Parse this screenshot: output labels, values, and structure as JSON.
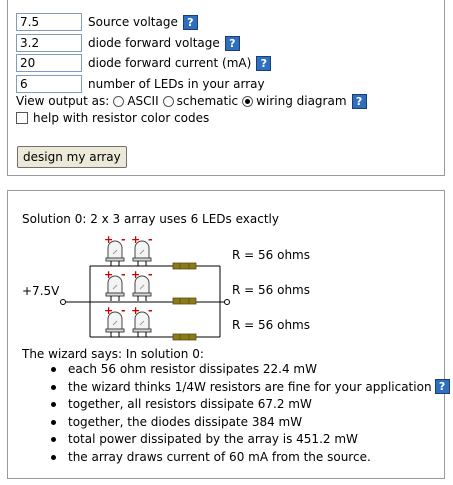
{
  "form": {
    "source_voltage": {
      "value": "7.5",
      "label": "Source voltage"
    },
    "diode_forward_voltage": {
      "value": "3.2",
      "label": "diode forward voltage"
    },
    "diode_forward_current": {
      "value": "20",
      "label": "diode forward current (mA)"
    },
    "led_count": {
      "value": "6",
      "label": "number of LEDs in your array"
    },
    "view_output_label": "View output as:",
    "view_options": [
      {
        "label": "ASCII",
        "checked": false
      },
      {
        "label": "schematic",
        "checked": false
      },
      {
        "label": "wiring diagram",
        "checked": true
      }
    ],
    "color_codes_label": "help with resistor color codes",
    "design_button": "design my array",
    "help_glyph": "?"
  },
  "result": {
    "title": "Solution 0: 2 x 3 array uses 6 LEDs exactly",
    "voltage_label": "+7.5V",
    "rows": [
      {
        "resistor_label": "R = 56 ohms"
      },
      {
        "resistor_label": "R = 56 ohms"
      },
      {
        "resistor_label": "R = 56 ohms"
      }
    ],
    "polarity_plus": "+",
    "polarity_minus": "-",
    "wizard_intro": "The wizard says: In solution 0:",
    "bullets": [
      "each 56 ohm resistor dissipates 22.4 mW",
      "the wizard thinks 1/4W resistors are fine for your application",
      "together, all resistors dissipate 67.2 mW",
      "together, the diodes dissipate 384 mW",
      "total power dissipated by the array is 451.2 mW",
      "the array draws current of 60 mA from the source."
    ]
  },
  "colors": {
    "help_icon": "#2f6fc0",
    "polarity": "#cc0000",
    "resistor": "#8a7a1a",
    "wire": "#000000",
    "panel_border": "#9a9a9a"
  },
  "icons": {
    "help": "help-question-icon",
    "led": "led-icon",
    "resistor": "resistor-icon"
  }
}
